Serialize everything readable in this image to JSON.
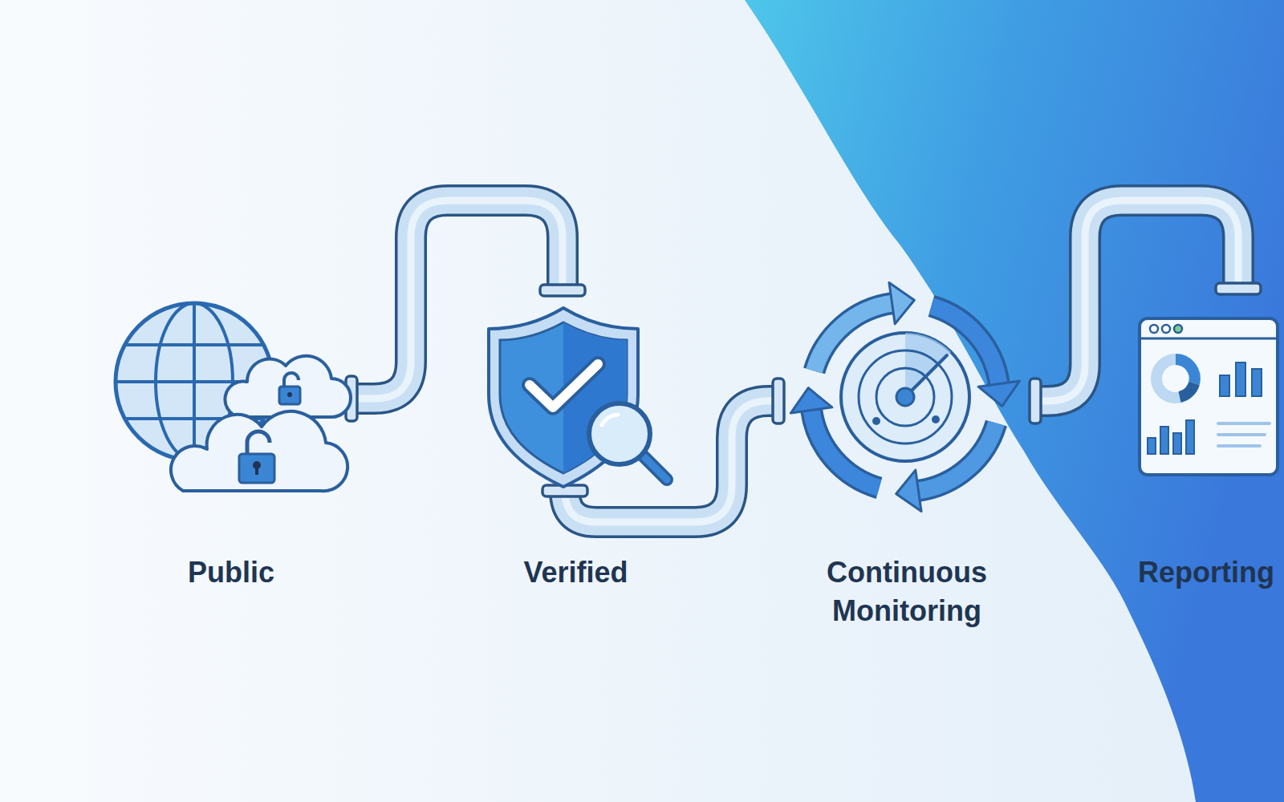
{
  "diagram": {
    "nodes": [
      {
        "text": [
          "Public"
        ]
      },
      {
        "text": [
          "Verified"
        ]
      },
      {
        "text": [
          "Continuous Monitoring"
        ]
      },
      {
        "text": [
          "Reporting"
        ]
      }
    ],
    "edges": [
      {
        "from": 0,
        "to": 1,
        "arrow": "none"
      },
      {
        "from": 1,
        "to": 2,
        "arrow": "none"
      },
      {
        "from": 2,
        "to": 3,
        "arrow": "none"
      }
    ]
  }
}
